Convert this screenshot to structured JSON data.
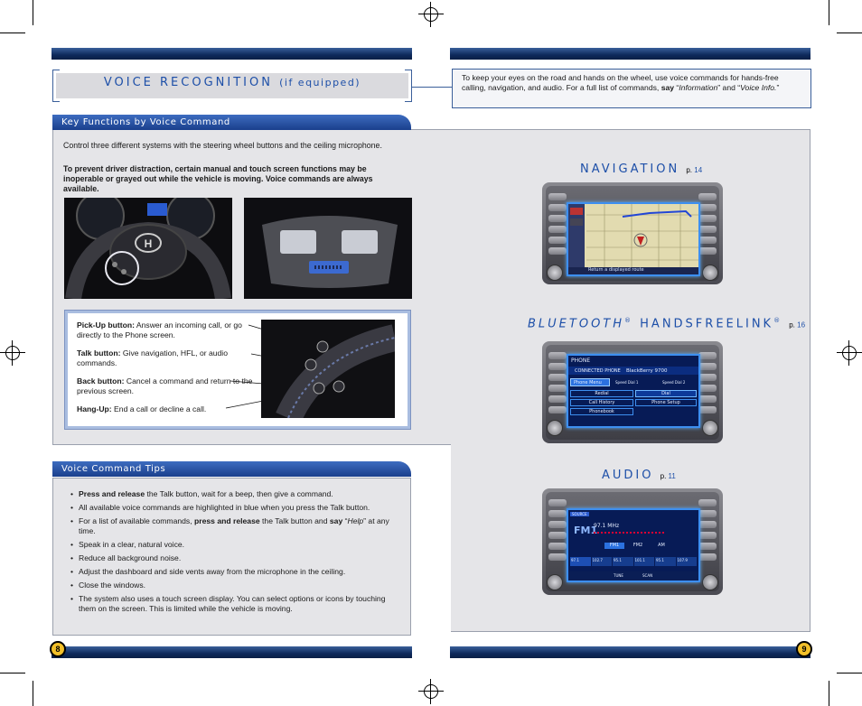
{
  "title": {
    "main": "VOICE RECOGNITION",
    "sub": "(if equipped)"
  },
  "intro": {
    "text_a": "To keep your eyes on the road and hands on the wheel, use voice commands for hands-free calling, navigation, and audio. For a full list of commands, ",
    "say": "say",
    "quote_a": " “",
    "information": "Information",
    "quote_b": "” and “",
    "voice_info": "Voice Info.",
    "quote_c": "”"
  },
  "key_functions": {
    "tab": "Key Functions by Voice Command",
    "para1": "Control three different systems with the steering wheel buttons and the ceiling microphone.",
    "para2": "To prevent driver distraction, certain manual and touch screen functions may be inoperable or grayed out while the vehicle is moving. Voice commands are always available.",
    "callouts": [
      {
        "label": "Pick-Up button:",
        "text": " Answer an incoming call, or go directly to the Phone screen."
      },
      {
        "label": "Talk button:",
        "text": " Give navigation, HFL, or audio commands."
      },
      {
        "label": "Back button:",
        "text": " Cancel a command and return to the previous screen."
      },
      {
        "label": "Hang-Up:",
        "text": " End a call or decline a call."
      }
    ]
  },
  "tips": {
    "tab": "Voice Command Tips",
    "items": [
      {
        "b1": "Press and release",
        "t1": " the Talk button, wait for a beep, then give a command."
      },
      {
        "t1": "All available voice commands are highlighted in blue when you press the Talk button."
      },
      {
        "t1": "For a list of available commands, ",
        "b1": "press and release",
        "t2": " the Talk button and ",
        "b2": "say",
        "t3": " “",
        "i1": "Help",
        "t4": "” at any time."
      },
      {
        "t1": "Speak in a clear, natural voice."
      },
      {
        "t1": "Reduce all background noise."
      },
      {
        "t1": "Adjust the dashboard and side vents away from the microphone in the ceiling."
      },
      {
        "t1": "Close the windows."
      },
      {
        "t1": "The system also uses a touch screen display. You can select options or icons by touching them on the screen. This is limited while the vehicle is moving."
      }
    ]
  },
  "sections": {
    "navigation": {
      "title": "NAVIGATION",
      "page_prefix": "p.",
      "page": "14",
      "screen_text": "Return a displayed route"
    },
    "bluetooth": {
      "title_a": "BLUETOOTH",
      "reg": "®",
      "title_b": " HANDSFREELINK",
      "page_prefix": "p.",
      "page": "16"
    },
    "audio": {
      "title": "AUDIO",
      "page_prefix": "p.",
      "page": "11"
    }
  },
  "phone_screen": {
    "header": "PHONE",
    "connected_label": "CONNECTED PHONE",
    "phone_name": "BlackBerry 9700",
    "menu": "Phone Menu",
    "speed1": "Speed Dial 1",
    "speed2": "Speed Dial 2",
    "redial": "Redial",
    "dial": "Dial",
    "history": "Call History",
    "setup": "Phone Setup",
    "phonebook": "Phonebook"
  },
  "audio_screen": {
    "source": "SOURCE",
    "band": "FM1",
    "freq": "97.1 MHz",
    "tabs": [
      "FM1",
      "FM2",
      "AM"
    ],
    "presets": [
      "97.1",
      "102.7",
      "95.1",
      "101.1",
      "95.1",
      "107.9"
    ],
    "controls": [
      "TUNE",
      "SCAN"
    ]
  },
  "page_numbers": {
    "left": "8",
    "right": "9"
  },
  "colors": {
    "accent": "#1d4fa8",
    "bar": "#0e2a5c",
    "panel": "#e5e5e8",
    "callout": "#a9bde0",
    "page_badge": "#f2c02a"
  }
}
